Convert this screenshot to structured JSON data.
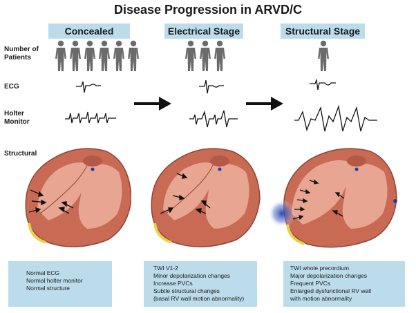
{
  "title": "Disease Progression in ARVD/C",
  "stages": [
    {
      "label": "Concealed",
      "patient_count": 6,
      "findings": [
        "Normal ECG",
        "Normal holter monitor",
        "Normal structure"
      ]
    },
    {
      "label": "Electrical Stage",
      "patient_count": 3,
      "findings": [
        "TWI V1-2",
        "Minor depolarization changes",
        "Increase PVCs",
        "Subtle structural changes",
        "(basal RV wall motion abnormality)"
      ]
    },
    {
      "label": "Structural Stage",
      "patient_count": 1,
      "findings": [
        "TWI whole precordium",
        "Major depolarization changes",
        "Frequent PVCs",
        "Enlarged dysfunctional RV wall",
        "with motion abnormality"
      ]
    }
  ],
  "row_labels": {
    "patients": "Number of Patients",
    "ecg": "ECG",
    "holter": "Holter Monitor",
    "structural": "Structural"
  },
  "colors": {
    "stage_box": "#bcdceb",
    "figure": "#6b6b6b",
    "heart_outer": "#c96a55",
    "heart_inner": "#e8a591",
    "fat_highlight": "#e8d44a",
    "lesion": "#1f3fa8"
  }
}
